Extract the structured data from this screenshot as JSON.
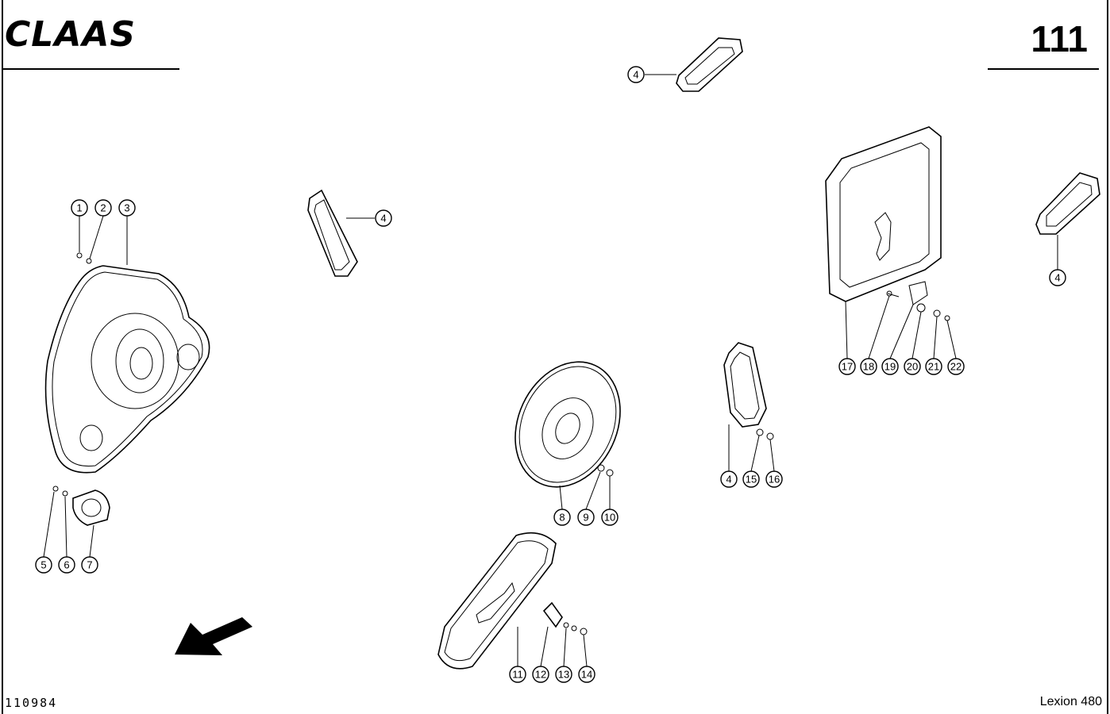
{
  "header": {
    "brand": "CLAAS",
    "page_number": "111"
  },
  "footer": {
    "reference": "110984",
    "model": "Lexion 480"
  },
  "callouts": [
    {
      "id": "c1",
      "label": "1"
    },
    {
      "id": "c2",
      "label": "2"
    },
    {
      "id": "c3",
      "label": "3"
    },
    {
      "id": "c4a",
      "label": "4"
    },
    {
      "id": "c4b",
      "label": "4"
    },
    {
      "id": "c4c",
      "label": "4"
    },
    {
      "id": "c4d",
      "label": "4"
    },
    {
      "id": "c5",
      "label": "5"
    },
    {
      "id": "c6",
      "label": "6"
    },
    {
      "id": "c7",
      "label": "7"
    },
    {
      "id": "c8",
      "label": "8"
    },
    {
      "id": "c9",
      "label": "9"
    },
    {
      "id": "c10",
      "label": "10"
    },
    {
      "id": "c11",
      "label": "11"
    },
    {
      "id": "c12",
      "label": "12"
    },
    {
      "id": "c13",
      "label": "13"
    },
    {
      "id": "c14",
      "label": "14"
    },
    {
      "id": "c15",
      "label": "15"
    },
    {
      "id": "c16",
      "label": "16"
    },
    {
      "id": "c17",
      "label": "17"
    },
    {
      "id": "c18",
      "label": "18"
    },
    {
      "id": "c19",
      "label": "19"
    },
    {
      "id": "c20",
      "label": "20"
    },
    {
      "id": "c21",
      "label": "21"
    },
    {
      "id": "c22",
      "label": "22"
    }
  ]
}
